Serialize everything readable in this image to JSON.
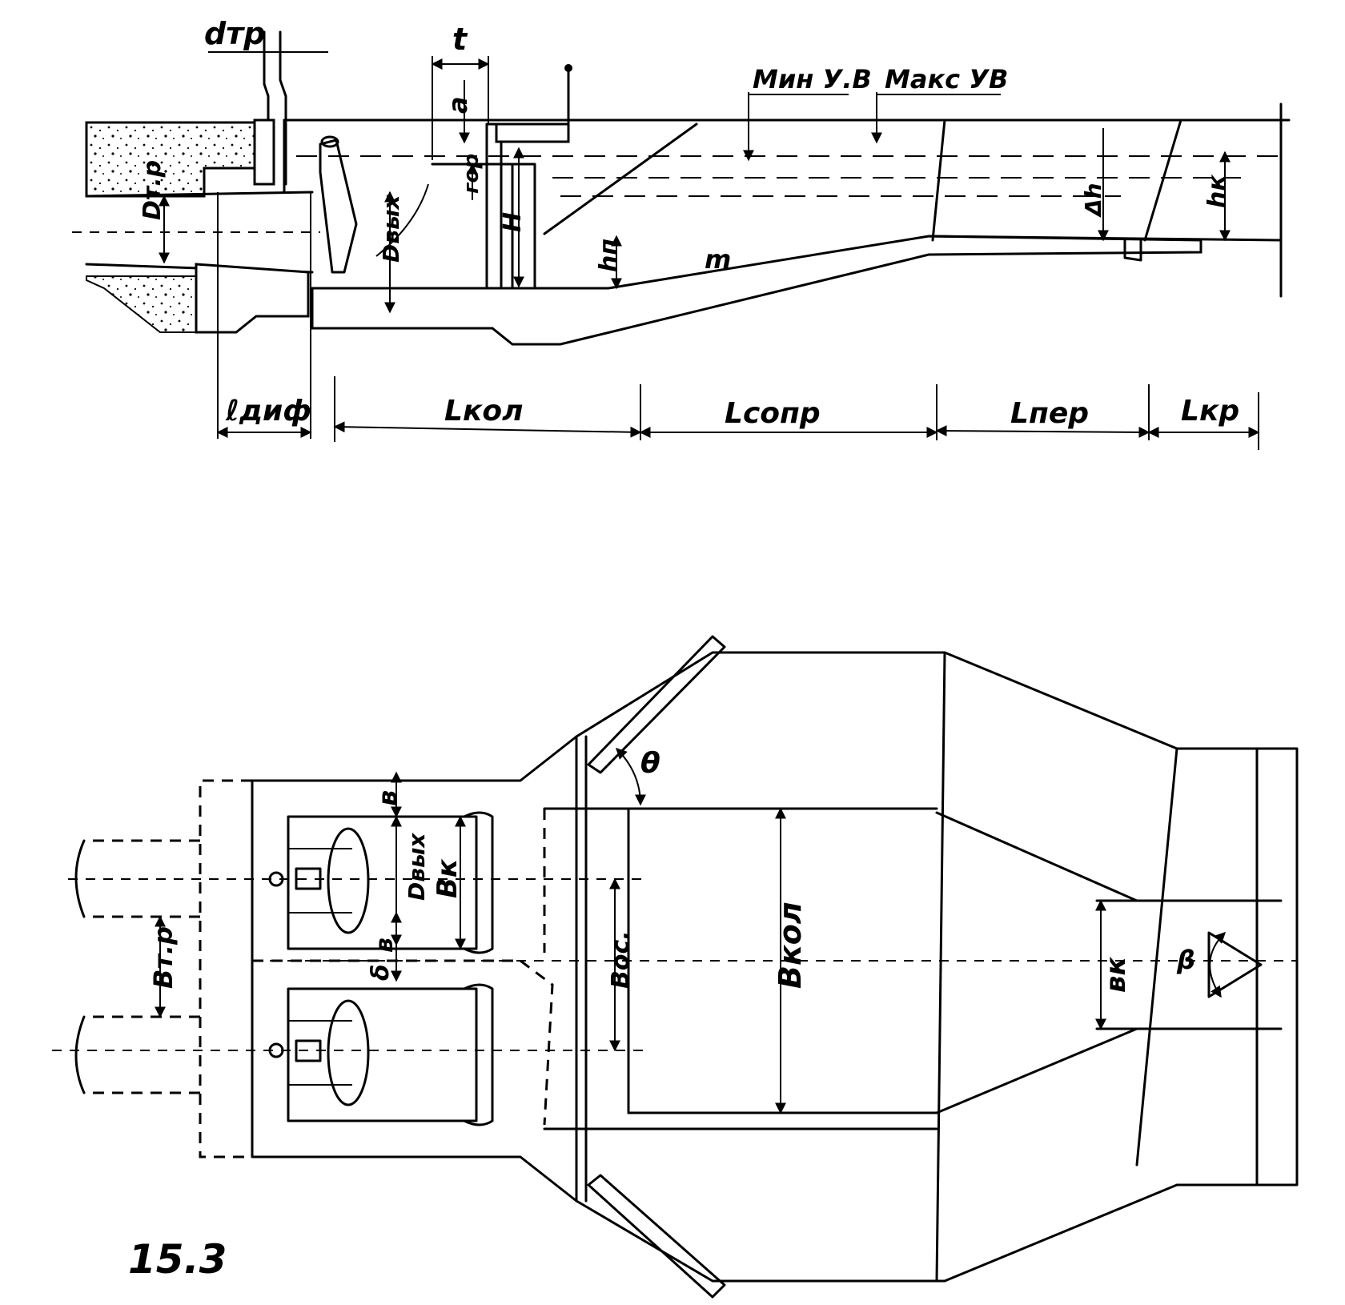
{
  "section": {
    "labels": {
      "d_pipe": "dтр",
      "t": "t",
      "a": "a",
      "min_level": "Мин У.В",
      "max_level": "Макс УВ",
      "D_pipe": "Dт.р",
      "D_out": "Dвых",
      "h_gor": "гор",
      "H": "H",
      "h_p": "hп",
      "m": "m",
      "delta_h": "Δh",
      "h_k": "hк"
    },
    "dimensions": {
      "l_dif": "ℓдиф",
      "L_kol": "Lкол",
      "L_sopr": "Lсопр",
      "L_per": "Lпер",
      "L_kr": "Lкр"
    }
  },
  "plan": {
    "labels": {
      "b_top": "в",
      "B_k": "Вк",
      "D_out": "Dвых",
      "b_mid": "в",
      "delta": "δ",
      "B_pipe": "Вт.р",
      "B_os": "Вос.",
      "B_kol": "Вкол",
      "theta": "θ",
      "b_k": "вк",
      "beta": "β"
    }
  },
  "figure_number": "15.3"
}
